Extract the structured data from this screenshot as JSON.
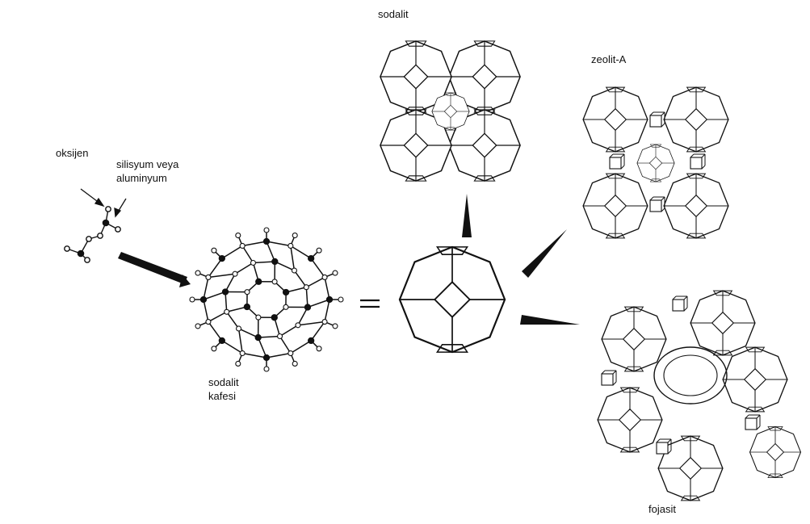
{
  "labels": {
    "oxygen": "oksijen",
    "silicon_line1": "silisyum veya",
    "silicon_line2": "aluminyum",
    "sodalite_cage_line1": "sodalit",
    "sodalite_cage_line2": "kafesi",
    "sodalite": "sodalit",
    "zeolite_a": "zeolit-A",
    "faujasite": "fojasit"
  },
  "symbols": {
    "equals": "="
  },
  "colors": {
    "stroke": "#111111",
    "background": "#ffffff"
  }
}
